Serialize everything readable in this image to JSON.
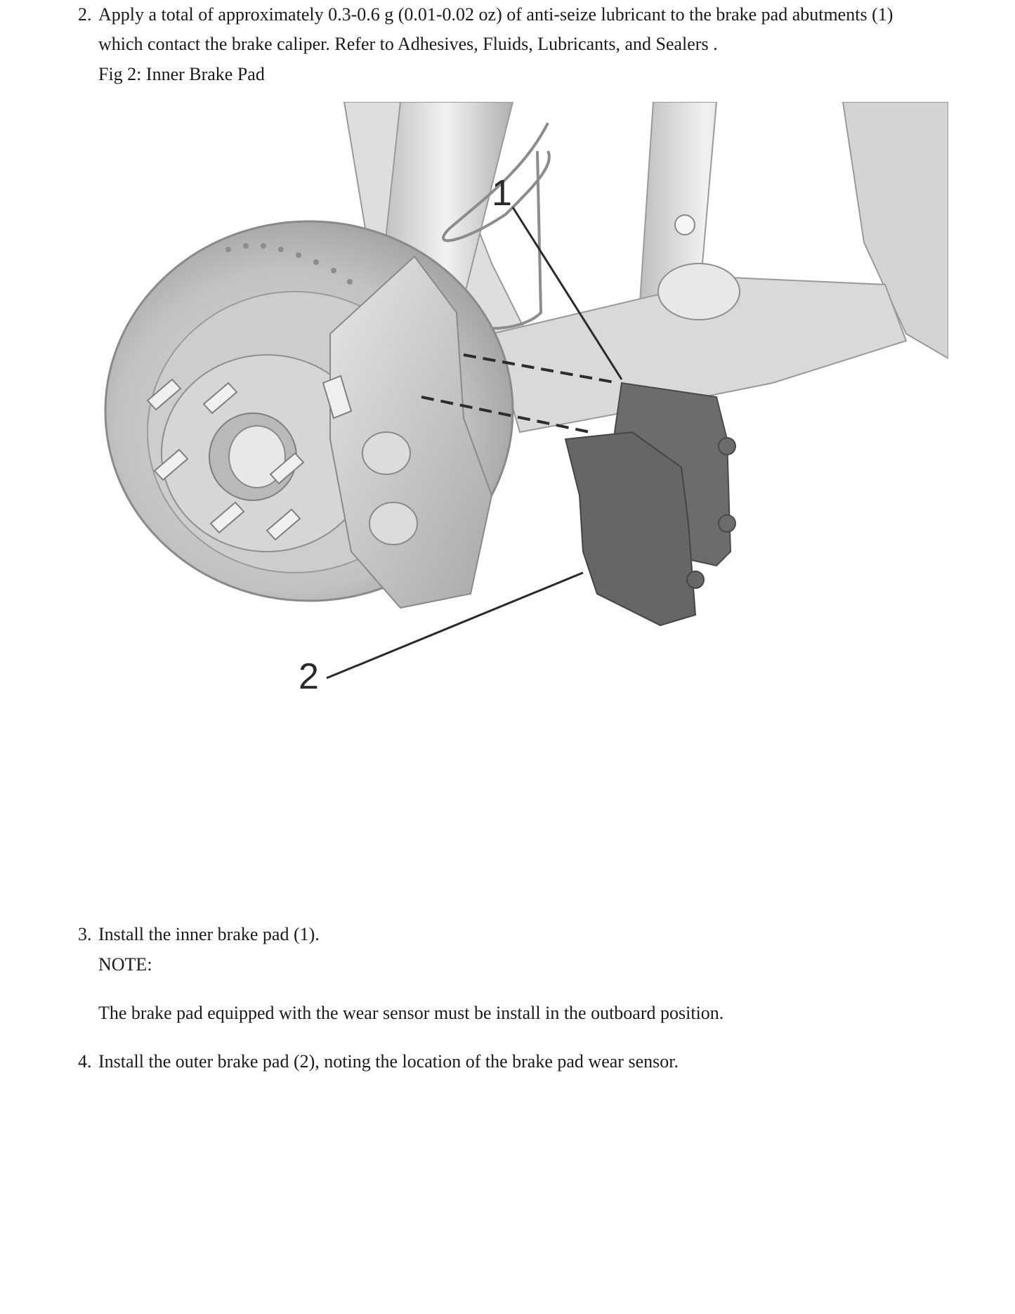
{
  "steps": [
    {
      "number": "2.",
      "lines": [
        "Apply a total of approximately 0.3-0.6 g (0.01-0.02 oz) of anti-seize lubricant to the brake pad abutments (1)",
        "which contact the brake caliper. Refer to Adhesives, Fluids, Lubricants, and Sealers ."
      ],
      "figure_caption": "Fig 2: Inner Brake Pad"
    },
    {
      "number": "3.",
      "text": "Install the inner brake pad (1).",
      "note_label": "NOTE:",
      "note_text": "The brake pad equipped with the wear sensor must be install in the outboard position."
    },
    {
      "number": "4.",
      "text": "Install the outer brake pad (2), noting the location of the brake pad wear sensor."
    }
  ],
  "figure": {
    "callouts": [
      "1",
      "2"
    ]
  }
}
